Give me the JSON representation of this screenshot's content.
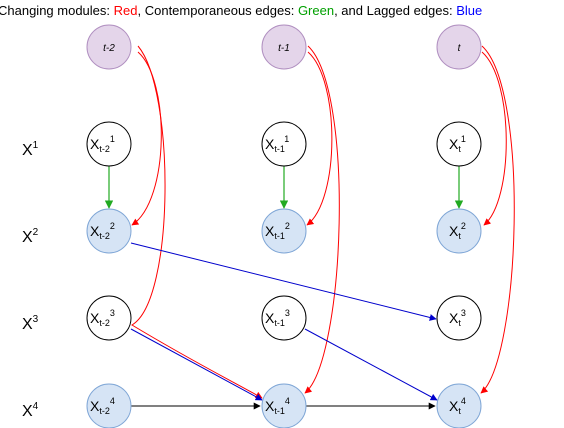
{
  "title": {
    "prefix": "Changing modules: ",
    "red_word": "Red",
    "middle": ", Contemporaneous edges: ",
    "green_word": "Green",
    "middle2": ", and Lagged edges: ",
    "blue_word": "Blue"
  },
  "colors": {
    "red": "#ff0000",
    "green": "#22aa22",
    "blue": "#0000cc",
    "black": "#000000",
    "time_node_fill": "#e4d5ea",
    "time_node_stroke": "#b08fc0",
    "changed_node_fill": "#d6e4f5",
    "changed_node_stroke": "#7fa6d6",
    "plain_node_fill": "#ffffff",
    "plain_node_stroke": "#000000"
  },
  "rows": [
    {
      "base": "X",
      "sup": "1"
    },
    {
      "base": "X",
      "sup": "2"
    },
    {
      "base": "X",
      "sup": "3"
    },
    {
      "base": "X",
      "sup": "4"
    }
  ],
  "columns": [
    {
      "time_label": "t-2",
      "sub": "t-2"
    },
    {
      "time_label": "t-1",
      "sub": "t-1"
    },
    {
      "time_label": "t",
      "sub": "t"
    }
  ],
  "nodes": [
    {
      "id": "x1_tm2",
      "base": "X",
      "sub": "t-2",
      "sup": "1",
      "kind": "plain"
    },
    {
      "id": "x2_tm2",
      "base": "X",
      "sub": "t-2",
      "sup": "2",
      "kind": "changed"
    },
    {
      "id": "x3_tm2",
      "base": "X",
      "sub": "t-2",
      "sup": "3",
      "kind": "plain"
    },
    {
      "id": "x4_tm2",
      "base": "X",
      "sub": "t-2",
      "sup": "4",
      "kind": "changed"
    },
    {
      "id": "x1_tm1",
      "base": "X",
      "sub": "t-1",
      "sup": "1",
      "kind": "plain"
    },
    {
      "id": "x2_tm1",
      "base": "X",
      "sub": "t-1",
      "sup": "2",
      "kind": "changed"
    },
    {
      "id": "x3_tm1",
      "base": "X",
      "sub": "t-1",
      "sup": "3",
      "kind": "plain"
    },
    {
      "id": "x4_tm1",
      "base": "X",
      "sub": "t-1",
      "sup": "4",
      "kind": "changed"
    },
    {
      "id": "x1_t",
      "base": "X",
      "sub": "t",
      "sup": "1",
      "kind": "plain"
    },
    {
      "id": "x2_t",
      "base": "X",
      "sub": "t",
      "sup": "2",
      "kind": "changed"
    },
    {
      "id": "x3_t",
      "base": "X",
      "sub": "t",
      "sup": "3",
      "kind": "plain"
    },
    {
      "id": "x4_t",
      "base": "X",
      "sub": "t",
      "sup": "4",
      "kind": "changed"
    }
  ],
  "edges": {
    "changing_modules": [
      {
        "from": "time_tm2",
        "to": "x2_tm2"
      },
      {
        "from": "time_tm2",
        "to": "x4_tm1"
      },
      {
        "from": "time_tm1",
        "to": "x2_tm1"
      },
      {
        "from": "time_tm1",
        "to": "x4_tm1"
      },
      {
        "from": "time_t",
        "to": "x2_t"
      },
      {
        "from": "time_t",
        "to": "x4_t"
      }
    ],
    "contemporaneous": [
      {
        "from": "x1_tm2",
        "to": "x2_tm2"
      },
      {
        "from": "x1_tm1",
        "to": "x2_tm1"
      },
      {
        "from": "x1_t",
        "to": "x2_t"
      }
    ],
    "lagged": [
      {
        "from": "x2_tm2",
        "to": "x3_t",
        "color": "blue"
      },
      {
        "from": "x3_tm2",
        "to": "x4_tm1",
        "color": "blue"
      },
      {
        "from": "x3_tm1",
        "to": "x4_t",
        "color": "blue"
      },
      {
        "from": "x4_tm2",
        "to": "x4_tm1",
        "color": "black"
      },
      {
        "from": "x4_tm1",
        "to": "x4_t",
        "color": "black"
      }
    ]
  }
}
